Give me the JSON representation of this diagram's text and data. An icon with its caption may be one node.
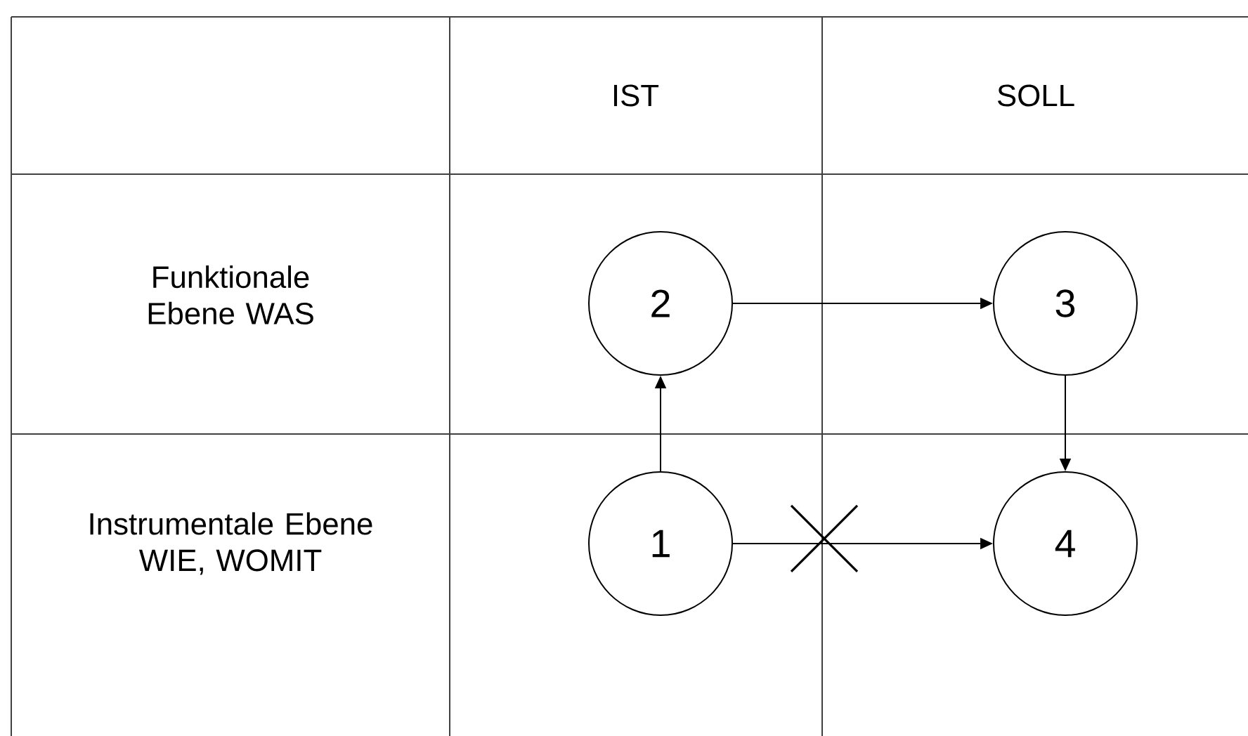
{
  "diagram": {
    "nodes": [
      {
        "text": [
          "2"
        ]
      },
      {
        "text": [
          "3"
        ]
      },
      {
        "text": [
          "1"
        ]
      },
      {
        "text": [
          "4"
        ]
      }
    ],
    "edges": [
      {
        "from": 2,
        "to": 0,
        "arrow": "to"
      },
      {
        "from": 0,
        "to": 1,
        "arrow": "to"
      },
      {
        "from": 1,
        "to": 3,
        "arrow": "to"
      },
      {
        "from": 2,
        "to": 3,
        "arrow": "to"
      }
    ],
    "labels": [
      "IST",
      "SOLL",
      "Funktionale Ebene WAS",
      "Instrumentale Ebene WIE, WOMIT"
    ]
  }
}
